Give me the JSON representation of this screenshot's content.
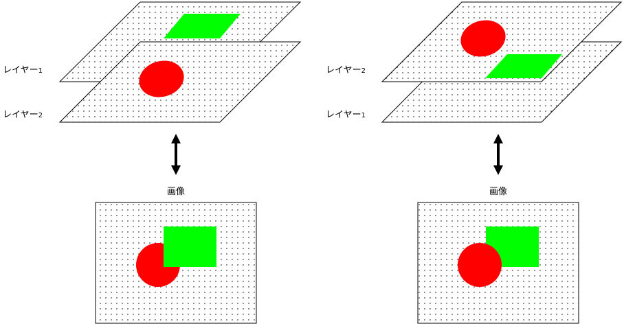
{
  "colors": {
    "red": "#ff0000",
    "green": "#00ff00",
    "outline": "#000000",
    "dots": "#000000",
    "background": "#ffffff"
  },
  "left_panel": {
    "upper_layer_label": {
      "text": "レイヤー",
      "number": "1"
    },
    "lower_layer_label": {
      "text": "レイヤー",
      "number": "2"
    },
    "image_label": "画像"
  },
  "right_panel": {
    "upper_layer_label": {
      "text": "レイヤー",
      "number": "2"
    },
    "lower_layer_label": {
      "text": "レイヤー",
      "number": "1"
    },
    "image_label": "画像"
  },
  "icons": {
    "arrow": "double-vertical-arrow-icon",
    "circle": "red-circle-shape",
    "square": "green-square-shape"
  }
}
